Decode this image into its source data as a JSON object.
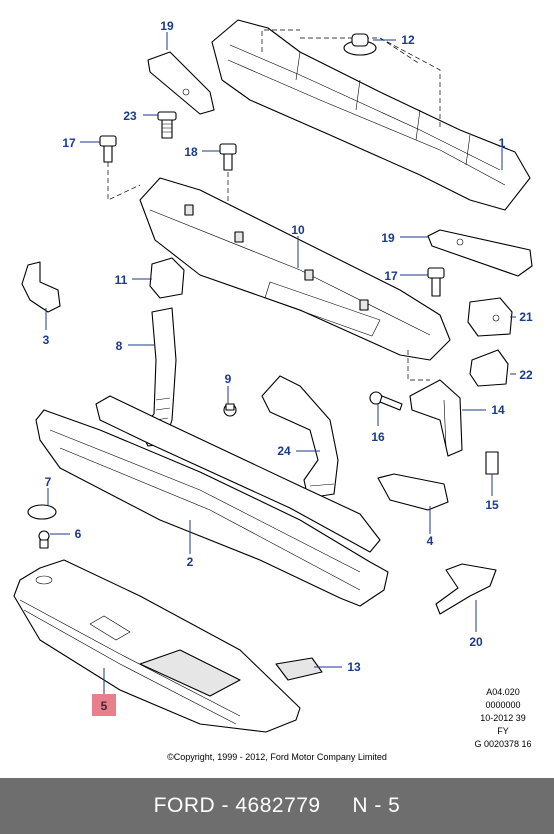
{
  "callouts": {
    "c1": "1",
    "c2": "2",
    "c3": "3",
    "c4": "4",
    "c5": "5",
    "c6": "6",
    "c7": "7",
    "c8": "8",
    "c9": "9",
    "c10": "10",
    "c11": "11",
    "c12": "12",
    "c13": "13",
    "c14": "14",
    "c15": "15",
    "c16": "16",
    "c17a": "17",
    "c17b": "17",
    "c18": "18",
    "c19a": "19",
    "c19b": "19",
    "c20": "20",
    "c21": "21",
    "c22": "22",
    "c23": "23",
    "c24": "24"
  },
  "highlight": {
    "part": "5",
    "color": "#e97f8c"
  },
  "meta": {
    "line1": "A04.020",
    "line2": "0000000",
    "line3": "10-2012 39",
    "line4": "FY",
    "line5": "G 0020378 16"
  },
  "copyright": "©Copyright, 1999 - 2012, Ford Motor Company Limited",
  "footer": {
    "brand": "FORD",
    "separator": "-",
    "part_number": "4682779",
    "suffix": "N - 5"
  },
  "colors": {
    "callout": "#1a3a8c",
    "footer_bg": "#6e6e6e"
  }
}
